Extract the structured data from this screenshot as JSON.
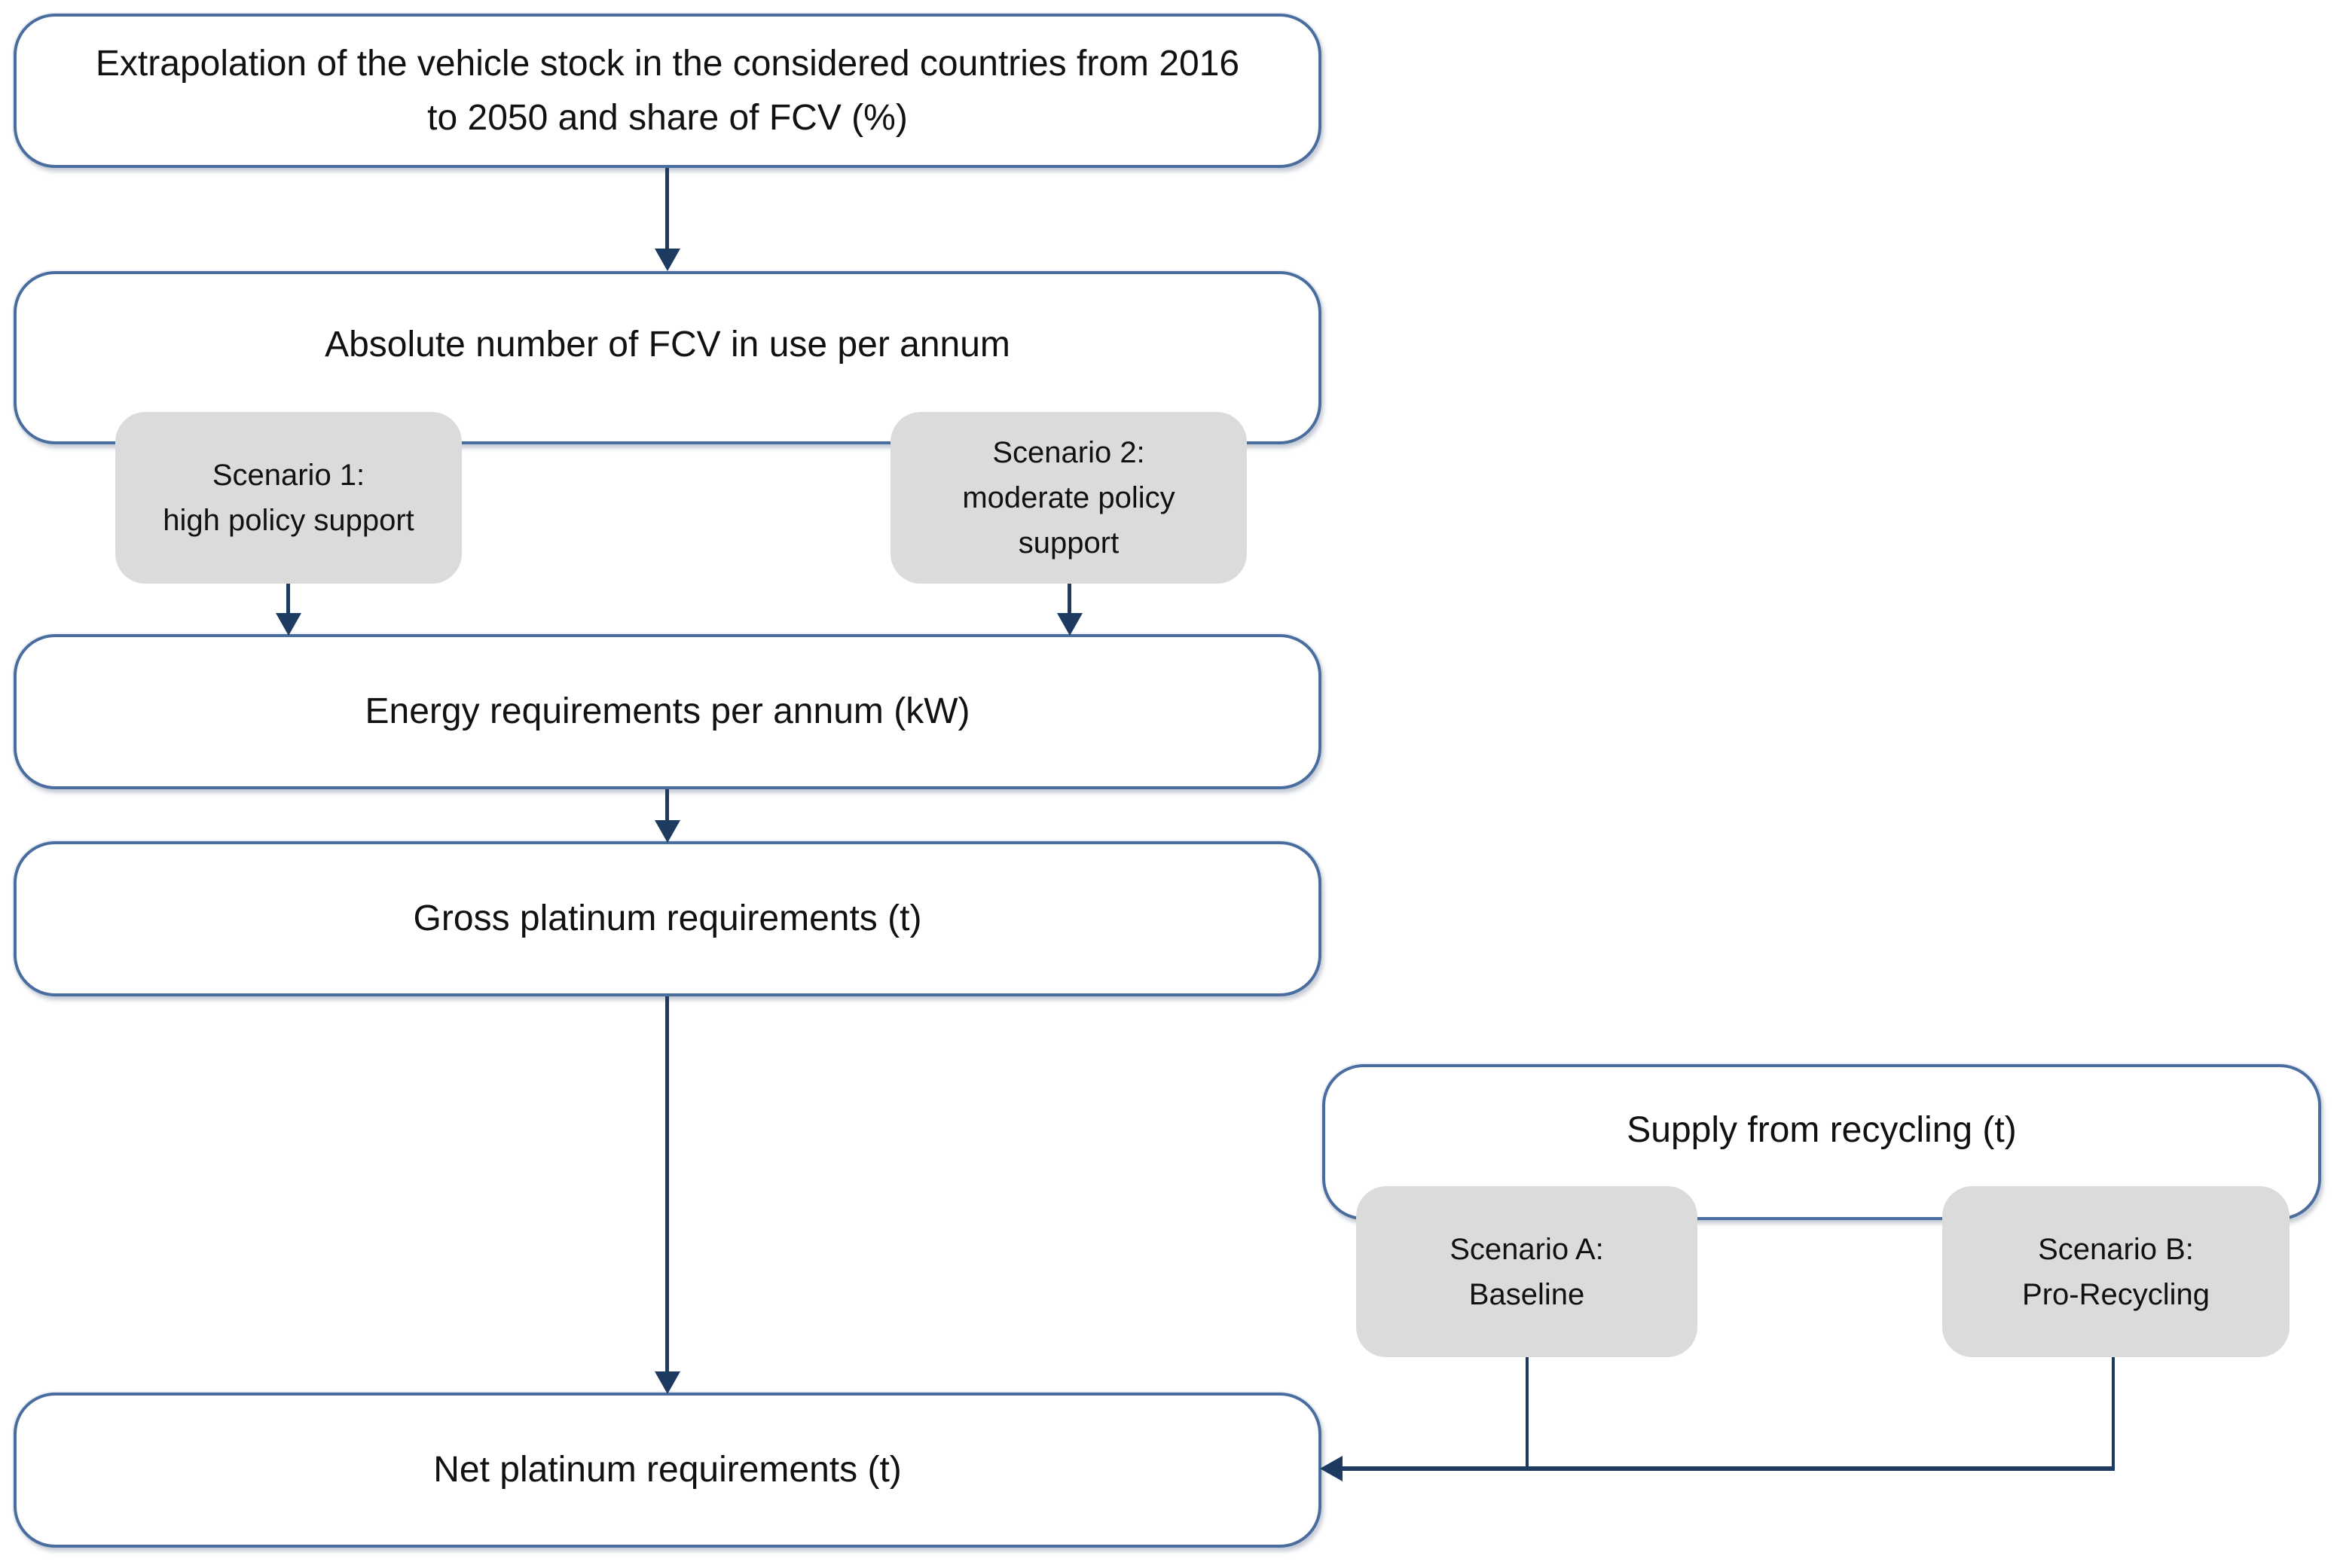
{
  "diagram_title": "FCV platinum requirements flowchart",
  "nodes": {
    "extrapolation": {
      "label": "Extrapolation of the vehicle stock in the considered countries from 2016\nto 2050 and share of FCV (%)"
    },
    "absolute_number": {
      "label": "Absolute number of FCV in use per annum"
    },
    "scenario1": {
      "label": "Scenario 1:\nhigh policy support"
    },
    "scenario2": {
      "label": "Scenario 2:\nmoderate policy\nsupport"
    },
    "energy": {
      "label": "Energy requirements per annum (kW)"
    },
    "gross": {
      "label": "Gross platinum requirements (t)"
    },
    "supply": {
      "label": "Supply from recycling (t)"
    },
    "scenarioA": {
      "label": "Scenario A:\nBaseline"
    },
    "scenarioB": {
      "label": "Scenario B:\nPro-Recycling"
    },
    "net": {
      "label": "Net platinum requirements (t)"
    }
  },
  "colors": {
    "box_border": "#4a6d9f",
    "arrow": "#1d3b60",
    "scenario_fill": "#dbdbdb",
    "box_fill": "#ffffff",
    "text": "#111111"
  }
}
